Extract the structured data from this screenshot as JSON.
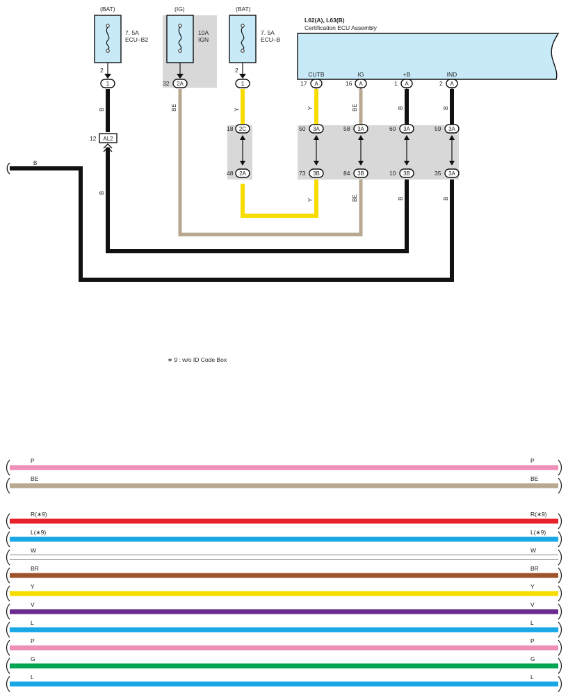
{
  "colors": {
    "B": "#111111",
    "BE": "#b8a890",
    "Y": "#f7dc00",
    "P": "#ee8fb8",
    "R": "#e8202a",
    "L": "#1aa7e6",
    "W": "#ffffff",
    "BR": "#a0522d",
    "V": "#6a2c8e",
    "G": "#00a551",
    "fuse_fill": "#c7e9f8",
    "gray_box": "#d8d8d8",
    "ecu_fill": "#c7e9f8"
  },
  "fuses": [
    {
      "source": "(BAT)",
      "rating": "7. 5A",
      "name": "ECU–B2",
      "pin": "2",
      "conn": "1",
      "wire": "B"
    },
    {
      "source": "(IG)",
      "rating": "10A",
      "name": "IGN",
      "pin": "32",
      "conn": "2A",
      "wire": "BE"
    },
    {
      "source": "(BAT)",
      "rating": "7. 5A",
      "name": "ECU–B",
      "pin": "2",
      "conn": "1",
      "wire": "Y"
    }
  ],
  "ecu": {
    "ref": "L62(A), L63(B)",
    "name": "Certification ECU Assembly",
    "terminals": [
      {
        "label": "CUTB",
        "pin": "17",
        "conn": "A",
        "wire": "Y"
      },
      {
        "label": "IG",
        "pin": "16",
        "conn": "A",
        "wire": "BE"
      },
      {
        "label": "+B",
        "pin": "1",
        "conn": "A",
        "wire": "B"
      },
      {
        "label": "IND",
        "pin": "2",
        "conn": "A",
        "wire": "B"
      }
    ]
  },
  "junction_upper": [
    {
      "pin": "18",
      "conn": "2C"
    },
    {
      "pin": "50",
      "conn": "3A"
    },
    {
      "pin": "58",
      "conn": "3A"
    },
    {
      "pin": "60",
      "conn": "3A"
    },
    {
      "pin": "59",
      "conn": "3A"
    }
  ],
  "junction_lower": [
    {
      "pin": "48",
      "conn": "2A"
    },
    {
      "pin": "73",
      "conn": "3B"
    },
    {
      "pin": "84",
      "conn": "3B"
    },
    {
      "pin": "10",
      "conn": "3B"
    },
    {
      "pin": "35",
      "conn": "3A"
    }
  ],
  "al2": {
    "pin": "12",
    "label": "AL2"
  },
  "wire_labels": {
    "b_left_in": "B",
    "b": "B",
    "be": "BE",
    "y": "Y"
  },
  "footnote": "∗ 9 : w/o ID Code Box",
  "legend_group1": [
    {
      "label": "P",
      "color": "P"
    },
    {
      "label": "BE",
      "color": "BE"
    }
  ],
  "legend_group2": [
    {
      "label": "R(∗9)",
      "color": "R"
    },
    {
      "label": "L(∗9)",
      "color": "L"
    },
    {
      "label": "W",
      "color": "W"
    },
    {
      "label": "BR",
      "color": "BR"
    },
    {
      "label": "Y",
      "color": "Y"
    },
    {
      "label": "V",
      "color": "V"
    },
    {
      "label": "L",
      "color": "L"
    },
    {
      "label": "P",
      "color": "P"
    },
    {
      "label": "G",
      "color": "G"
    },
    {
      "label": "L",
      "color": "L"
    }
  ]
}
